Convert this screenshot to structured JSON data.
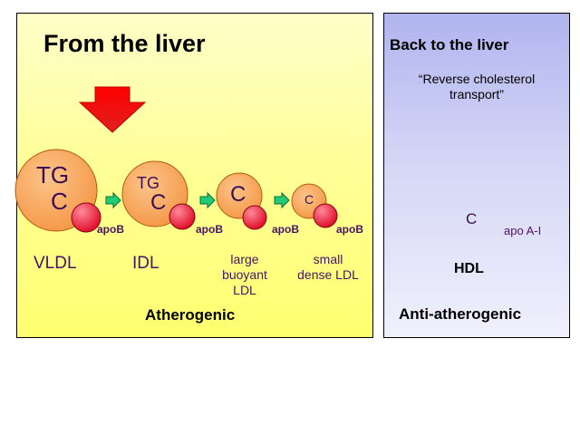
{
  "left": {
    "title": "From the liver",
    "footer": "Atherogenic",
    "particles": [
      {
        "id": "vldl",
        "inner_top": "TG",
        "inner_bottom": "C",
        "apo": "apoB",
        "name": "VLDL"
      },
      {
        "id": "idl",
        "inner_top": "TG",
        "inner_bottom": "C",
        "apo": "apoB",
        "name": "IDL"
      },
      {
        "id": "large-ldl",
        "inner_top": "",
        "inner_bottom": "C",
        "apo": "apoB",
        "name_lines": [
          "large",
          "buoyant",
          "LDL"
        ]
      },
      {
        "id": "small-ldl",
        "inner_top": "",
        "inner_bottom": "C",
        "apo": "apoB",
        "name_lines": [
          "small",
          "dense LDL"
        ]
      }
    ]
  },
  "right": {
    "title": "Back to the liver",
    "subtitle_lines": [
      "“Reverse cholesterol",
      "transport”"
    ],
    "particle_label": "C",
    "apo": "apo A-I",
    "name": "HDL",
    "footer": "Anti-atherogenic"
  },
  "colors": {
    "left_bg": "#ffff80",
    "right_bg": "#c8cbf3",
    "particle_fill": "#f8a65c",
    "apob_fill": "#e8203a",
    "arrow_red": "#ff0000",
    "arrow_green": "#1fc77a",
    "text_purple": "#4a1263"
  }
}
